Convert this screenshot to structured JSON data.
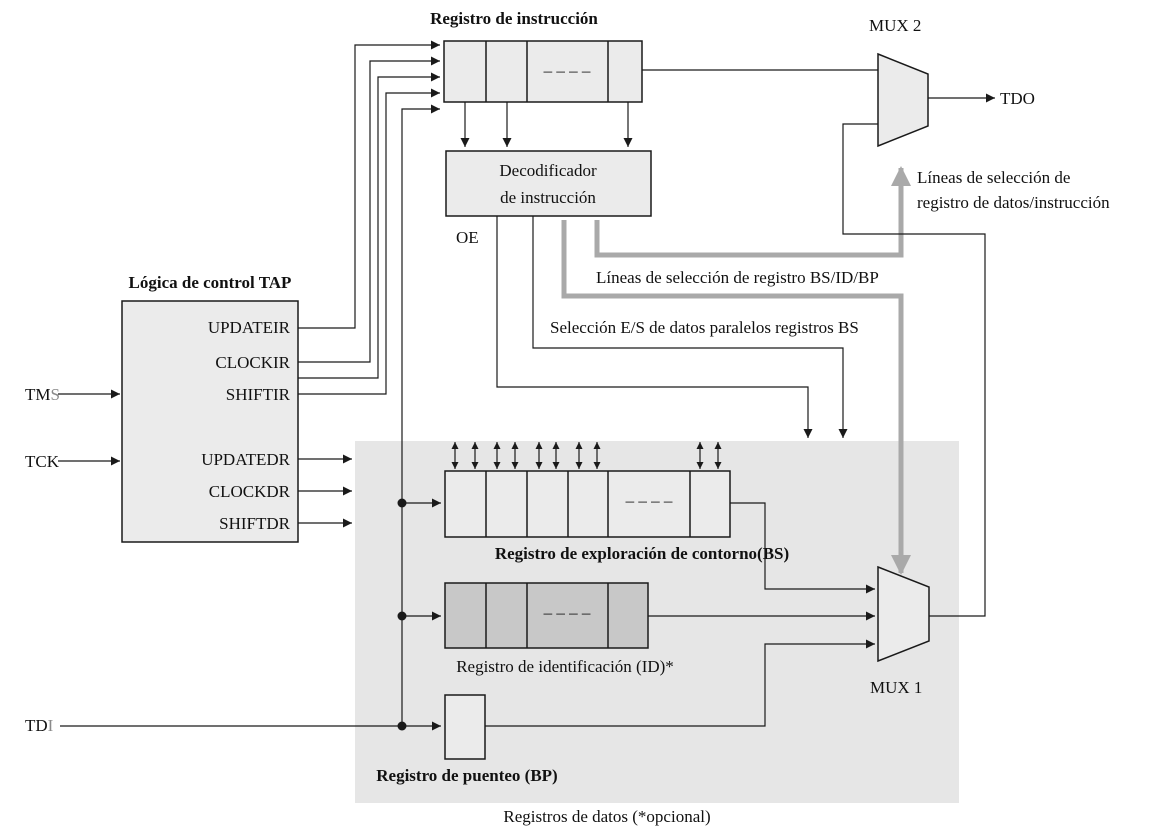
{
  "labels": {
    "instruction_register": "Registro de instrucción",
    "mux2": "MUX 2",
    "tdo": "TDO",
    "decoder_line1": "Decodificador",
    "decoder_line2": "de instrucción",
    "oe": "OE",
    "select_lines_line1": "Líneas de selección de",
    "select_lines_line2": "registro de datos/instrucción",
    "bs_id_bp_lines": "Líneas de selección de registro BS/ID/BP",
    "tap_logic": "Lógica de control TAP",
    "parallel_io": "Selección E/S de datos paralelos registros BS",
    "updateir": "UPDATEIR",
    "clockir": "CLOCKIR",
    "shiftir": "SHIFTIR",
    "updatedr": "UPDATEDR",
    "clockdr": "CLOCKDR",
    "shiftdr": "SHIFTDR",
    "tms_prefix": "TM",
    "tms_suffix": "S",
    "tck": "TCK",
    "tdi_prefix": "TD",
    "tdi_suffix": "I",
    "bs_register": "Registro de exploración de contorno(BS)",
    "id_register": "Registro de identificación (ID)*",
    "mux1": "MUX 1",
    "bp_register": "Registro de puenteo (BP)",
    "data_registers": "Registros de datos (*opcional)",
    "dashes": "– – – –"
  },
  "colors": {
    "box_fill": "#ebebeb",
    "data_region": "#e6e6e6",
    "id_fill": "#c8c8c8",
    "wide_line": "#a9a9a9",
    "line": "#1a1a1a",
    "dim_letter": "#8a8a8a"
  }
}
